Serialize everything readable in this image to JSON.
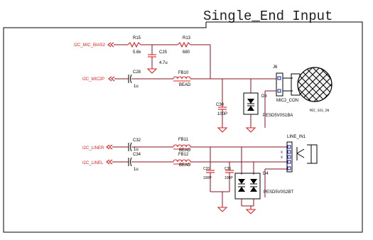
{
  "title": "Single_End Input",
  "nets": {
    "mic_bias": "I2C_MIC_BIAS2",
    "mic_p": "I2C_MIC2P",
    "liner": "I2C_LINER",
    "linel": "I2C_LINEL"
  },
  "parts": {
    "r15": "R15",
    "r15_val": "5.6k",
    "r13": "R13",
    "r13_val": "680",
    "c25": "C25",
    "c25_val": "4.7u",
    "c28": "C28",
    "c28_val": "1u",
    "fb10": "FB10",
    "fb10_val": "BEAD",
    "c30": "C30",
    "c30_val": "100P",
    "d3": "D3",
    "d3_val": "PESD5V0S1BA",
    "j6": "J6",
    "j6_val": "MIC2_CON",
    "mic_img": "MIC_SIG_IN",
    "c32": "C32",
    "c32_val": "1u",
    "c34": "C34",
    "c34_val": "1u",
    "fb11": "FB11",
    "fb11_val": "BEAD",
    "fb12": "FB12",
    "fb12_val": "BEAD",
    "c33": "C33",
    "c33_val": "100P",
    "c36": "C36",
    "c36_val": "100P",
    "d4": "D4",
    "d4_val": "PESD5V0S2BT",
    "line_in": "LINE_IN1"
  },
  "colors": {
    "net_label": "#e02020",
    "wire": "#8a1020",
    "component": "#000000",
    "pin": "#1a1aa0"
  }
}
